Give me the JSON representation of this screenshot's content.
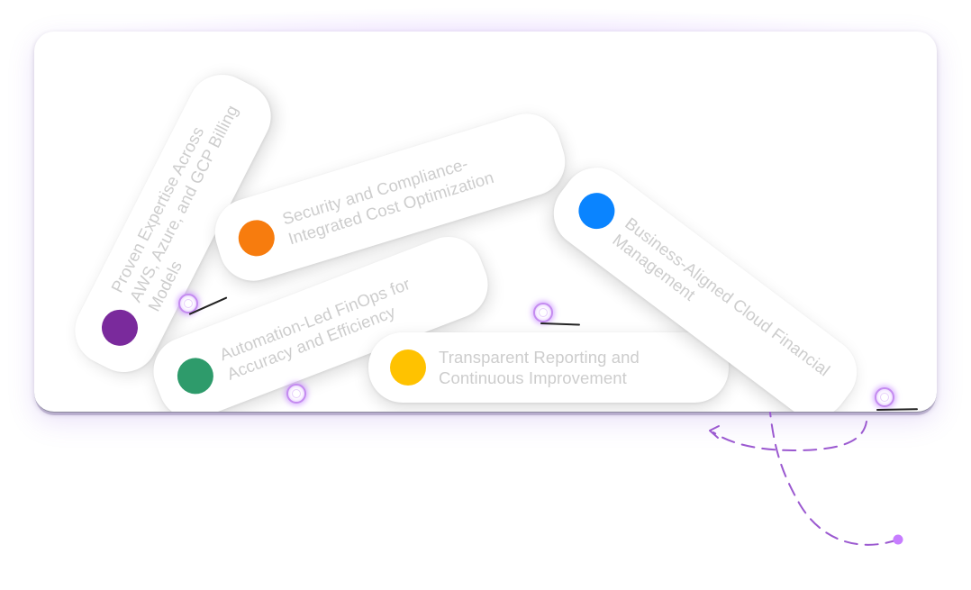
{
  "items": [
    {
      "label": "Proven Expertise Across AWS, Azure, and GCP Billing Models",
      "color": "#7a2a9c"
    },
    {
      "label": "Security and Compliance-Integrated Cost Optimization",
      "color": "#f77c0e"
    },
    {
      "label": "Automation-Led FinOps for Accuracy and Efficiency",
      "color": "#2e9b6b"
    },
    {
      "label": "Transparent Reporting and Continuous Improvement",
      "color": "#ffc200"
    },
    {
      "label": "Business-Aligned Cloud Financial Management",
      "color": "#0a84ff"
    }
  ],
  "accent_color": "#c48bf0"
}
